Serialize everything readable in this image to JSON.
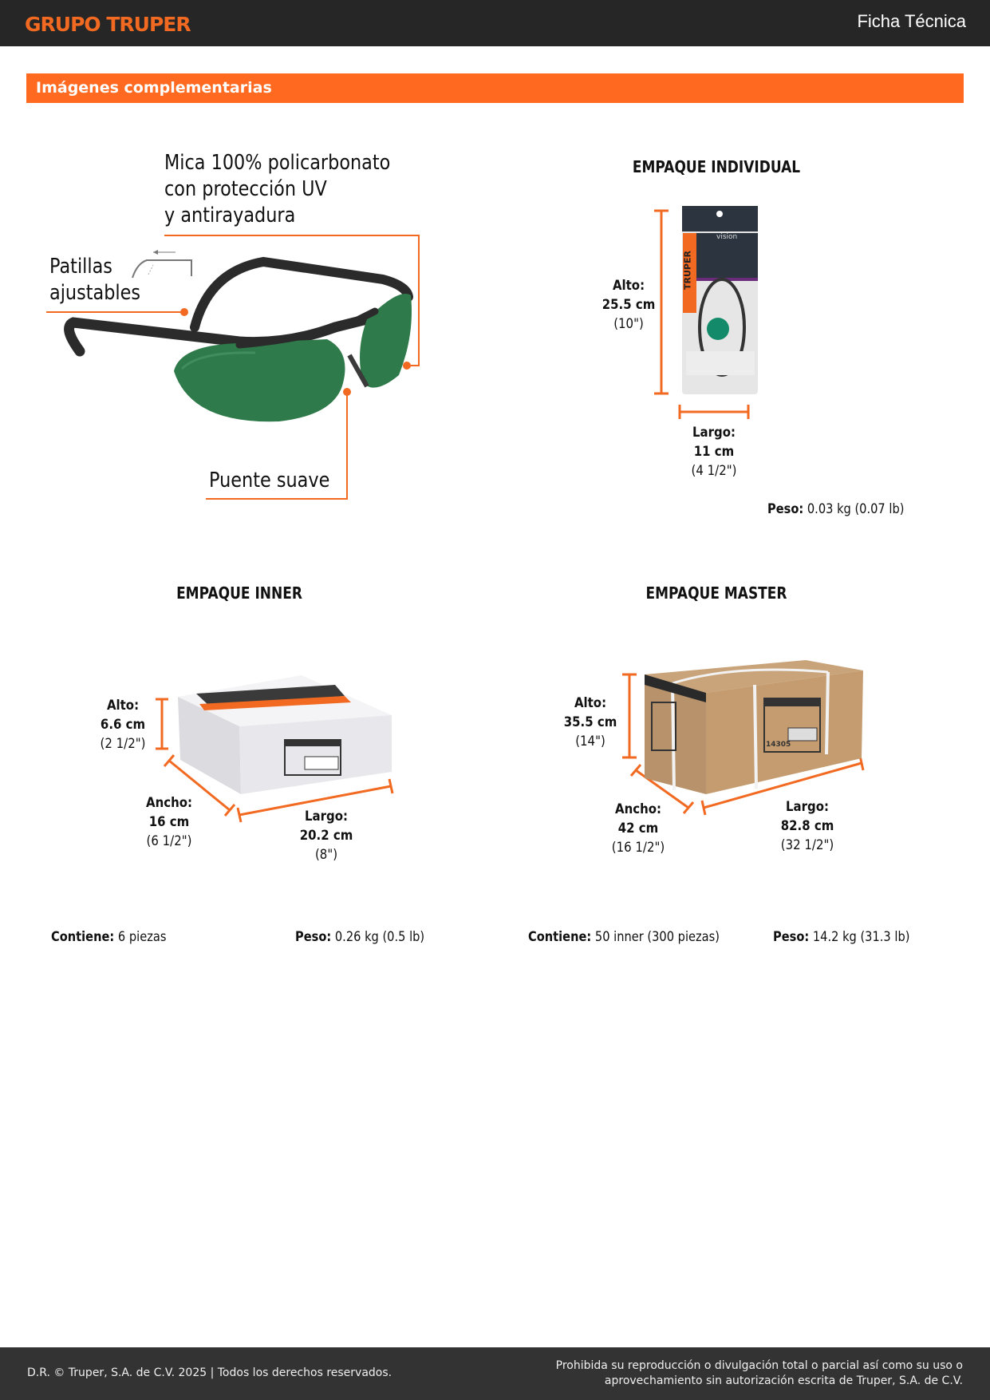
{
  "header": {
    "brand": "GRUPO TRUPER",
    "doc_type": "Ficha Técnica"
  },
  "section": {
    "title": "Imágenes complementarias"
  },
  "product": {
    "callouts": {
      "lens_line1": "Mica 100% policarbonato",
      "lens_line2": "con protección UV",
      "lens_line3": "y antirayadura",
      "temples_line1": "Patillas",
      "temples_line2": "ajustables",
      "bridge": "Puente suave"
    }
  },
  "individual": {
    "heading": "EMPAQUE INDIVIDUAL",
    "alto_label": "Alto:",
    "alto_cm": "25.5 cm",
    "alto_in": "(10\")",
    "largo_label": "Largo:",
    "largo_cm": "11 cm",
    "largo_in": "(4 1/2\")",
    "peso_label": "Peso:",
    "peso_value": "0.03 kg (0.07 lb)",
    "package_brand": "TRUPER",
    "package_line": "vision"
  },
  "inner": {
    "heading": "EMPAQUE INNER",
    "alto_label": "Alto:",
    "alto_cm": "6.6 cm",
    "alto_in": "(2 1/2\")",
    "ancho_label": "Ancho:",
    "ancho_cm": "16 cm",
    "ancho_in": "(6 1/2\")",
    "largo_label": "Largo:",
    "largo_cm": "20.2 cm",
    "largo_in": "(8\")",
    "contiene_label": "Contiene:",
    "contiene_value": "6 piezas",
    "peso_label": "Peso:",
    "peso_value": "0.26 kg (0.5 lb)"
  },
  "master": {
    "heading": "EMPAQUE MASTER",
    "alto_label": "Alto:",
    "alto_cm": "35.5 cm",
    "alto_in": "(14\")",
    "ancho_label": "Ancho:",
    "ancho_cm": "42 cm",
    "ancho_in": "(16 1/2\")",
    "largo_label": "Largo:",
    "largo_cm": "82.8 cm",
    "largo_in": "(32 1/2\")",
    "contiene_label": "Contiene:",
    "contiene_value": "50 inner (300 piezas)",
    "peso_label": "Peso:",
    "peso_value": "14.2 kg (31.3 lb)",
    "box_code": "14305"
  },
  "footer": {
    "copyright": "D.R. © Truper, S.A. de C.V. 2025 | Todos los derechos reservados.",
    "notice_line1": "Prohibida su reproducción o divulgación total o parcial así como su uso o",
    "notice_line2": "aprovechamiento sin autorización escrita de Truper, S.A. de C.V."
  },
  "colors": {
    "accent": "#ff6a20",
    "dark_bar": "#262626",
    "footer_bar": "#333333",
    "lens_green": "#2f7a4a"
  }
}
